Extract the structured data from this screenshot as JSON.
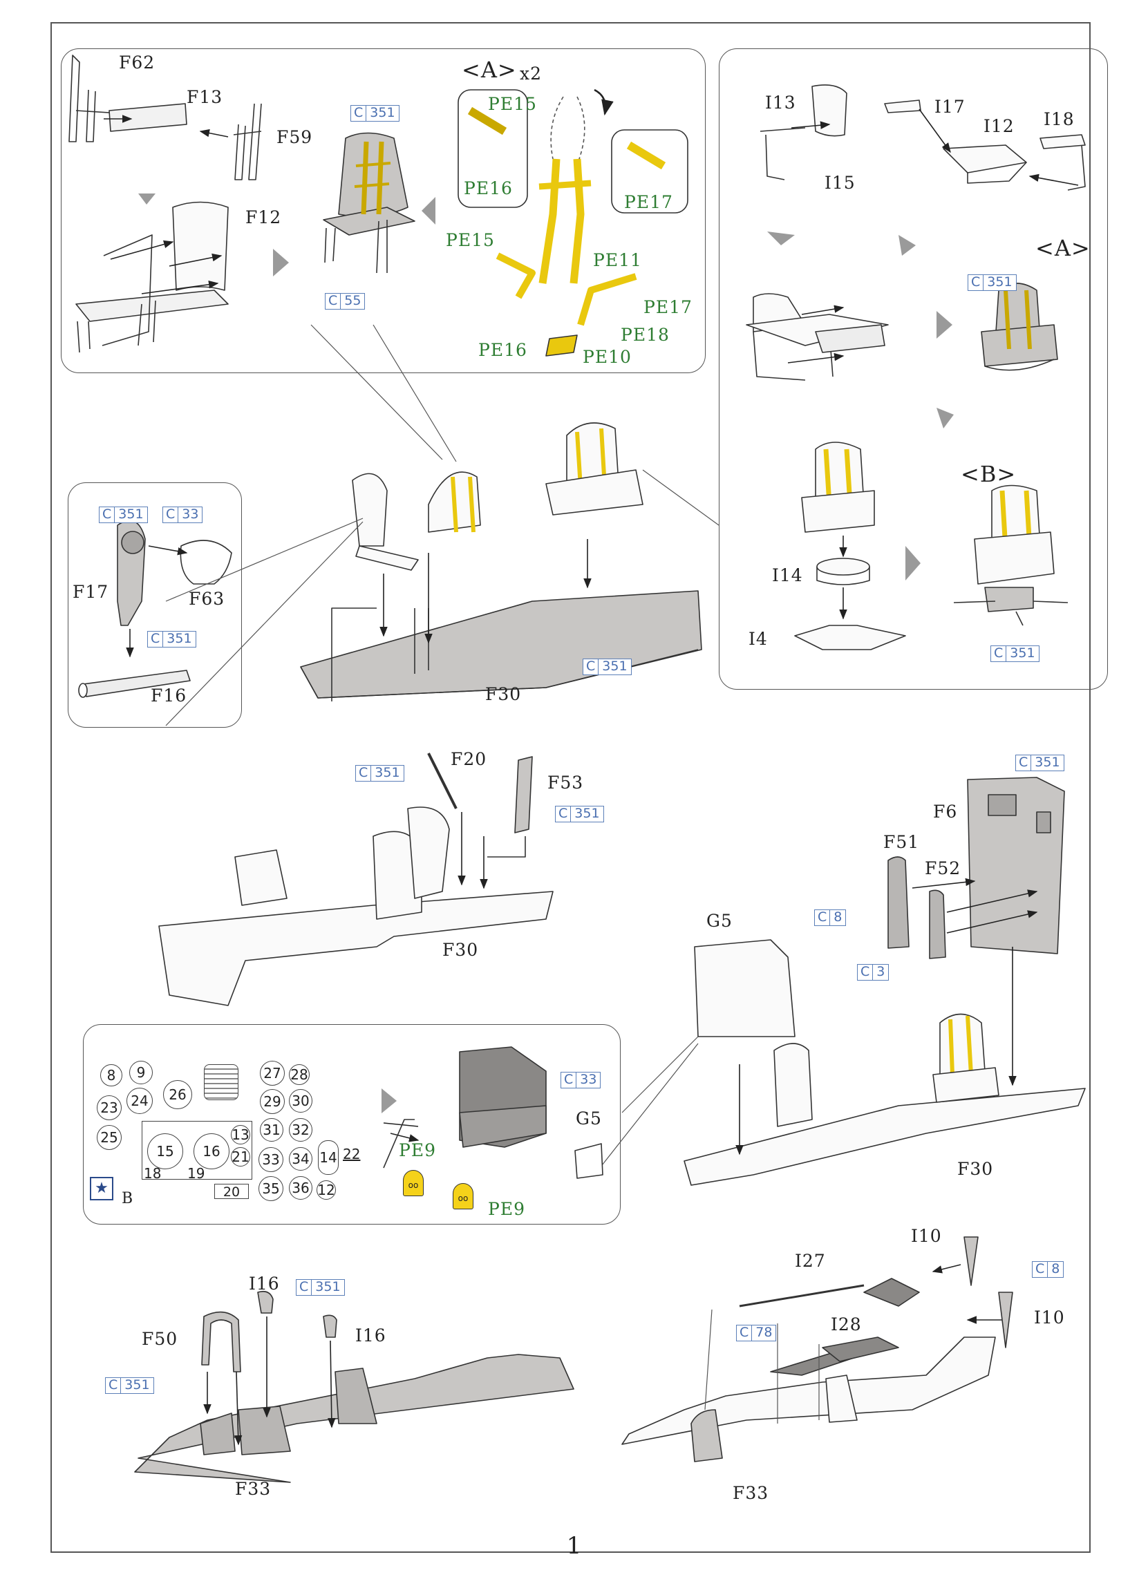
{
  "colors": {
    "line": "#333333",
    "grey_fill": "#c8c6c4",
    "light_fill": "#ededed",
    "belt_yellow": "#f5d21a",
    "pe_green": "#2e7d32",
    "code_blue": "#4a6fb0",
    "arrow_grey": "#9a9a9a"
  },
  "page_number": "1",
  "part_labels": {
    "F62": "F62",
    "F13": "F13",
    "F59": "F59",
    "F12": "F12",
    "A_x2_a": "<A>",
    "A_x2_b": "x2",
    "PE15a": "PE15",
    "PE16a": "PE16",
    "PE17a": "PE17",
    "PE15b": "PE15",
    "PE11": "PE11",
    "PE17b": "PE17",
    "PE18": "PE18",
    "PE16b": "PE16",
    "PE10": "PE10",
    "I13": "I13",
    "I17": "I17",
    "I12": "I12",
    "I18": "I18",
    "I15": "I15",
    "A_right": "<A>",
    "B_right": "<B>",
    "I14": "I14",
    "I4": "I4",
    "F17": "F17",
    "F63": "F63",
    "F16": "F16",
    "F30a": "F30",
    "F20": "F20",
    "F53": "F53",
    "F30b": "F30",
    "F6": "F6",
    "F51": "F51",
    "F52": "F52",
    "G5a": "G5",
    "F30c": "F30",
    "G5b": "G5",
    "PE9a": "PE9",
    "PE9b": "PE9",
    "B_small": "B",
    "I16a": "I16",
    "I16b": "I16",
    "F50": "F50",
    "F33a": "F33",
    "I10a": "I10",
    "I27": "I27",
    "I28": "I28",
    "I10b": "I10",
    "F33b": "F33"
  },
  "color_codes": {
    "c1": {
      "l": "C",
      "n": "351"
    },
    "c2": {
      "l": "C",
      "n": "55"
    },
    "c3": {
      "l": "C",
      "n": "351"
    },
    "c4": {
      "l": "C",
      "n": "351"
    },
    "c5": {
      "l": "C",
      "n": "351"
    },
    "c6": {
      "l": "C",
      "n": "33"
    },
    "c7": {
      "l": "C",
      "n": "351"
    },
    "c8": {
      "l": "C",
      "n": "351"
    },
    "c9": {
      "l": "C",
      "n": "351"
    },
    "c10": {
      "l": "C",
      "n": "351"
    },
    "c11": {
      "l": "C",
      "n": "351"
    },
    "c12": {
      "l": "C",
      "n": "8"
    },
    "c13": {
      "l": "C",
      "n": "3"
    },
    "c14": {
      "l": "C",
      "n": "33"
    },
    "c15": {
      "l": "C",
      "n": "351"
    },
    "c16": {
      "l": "C",
      "n": "351"
    },
    "c17": {
      "l": "C",
      "n": "8"
    },
    "c18": {
      "l": "C",
      "n": "78"
    }
  },
  "instrument_dials": [
    "8",
    "9",
    "24",
    "26",
    "23",
    "25",
    "27",
    "28",
    "29",
    "30",
    "31",
    "32",
    "33",
    "34",
    "35",
    "36",
    "15",
    "16",
    "13",
    "21",
    "14",
    "22",
    "18",
    "19",
    "20",
    "12"
  ]
}
